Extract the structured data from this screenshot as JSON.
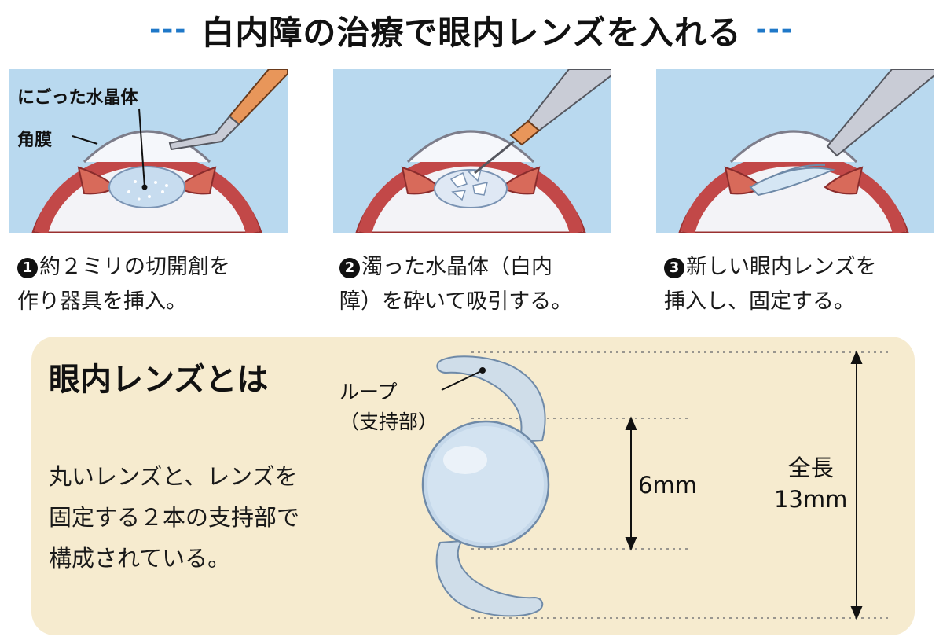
{
  "title": {
    "left_dash": "---",
    "text": "白内障の治療で眼内レンズを入れる",
    "right_dash": "---"
  },
  "panel1": {
    "label_lens": "にごった水晶体",
    "label_cornea": "角膜"
  },
  "steps": [
    {
      "num": "1",
      "line1": "約２ミリの切開創を",
      "line2": "作り器具を挿入。"
    },
    {
      "num": "2",
      "line1": "濁った水晶体（白内",
      "line2": "障）を砕いて吸引する。"
    },
    {
      "num": "3",
      "line1": "新しい眼内レンズを",
      "line2": "挿入し、固定する。"
    }
  ],
  "lens_section": {
    "title": "眼内レンズとは",
    "desc_line1": "丸いレンズと、レンズを",
    "desc_line2": "固定する２本の支持部で",
    "desc_line3": "構成されている。",
    "loop_label_1": "ループ",
    "loop_label_2": "（支持部）",
    "dim_optic": "6mm",
    "dim_total_1": "全長",
    "dim_total_2": "13mm"
  },
  "colors": {
    "title_dash": "#1f78c8",
    "panel_bg": "#b9d9ef",
    "lens_box_bg": "#f6ebcf",
    "sclera": "#c24848",
    "iris": "#d86a5a",
    "lens": "#c7dcef",
    "instrument": "#e8965a"
  }
}
